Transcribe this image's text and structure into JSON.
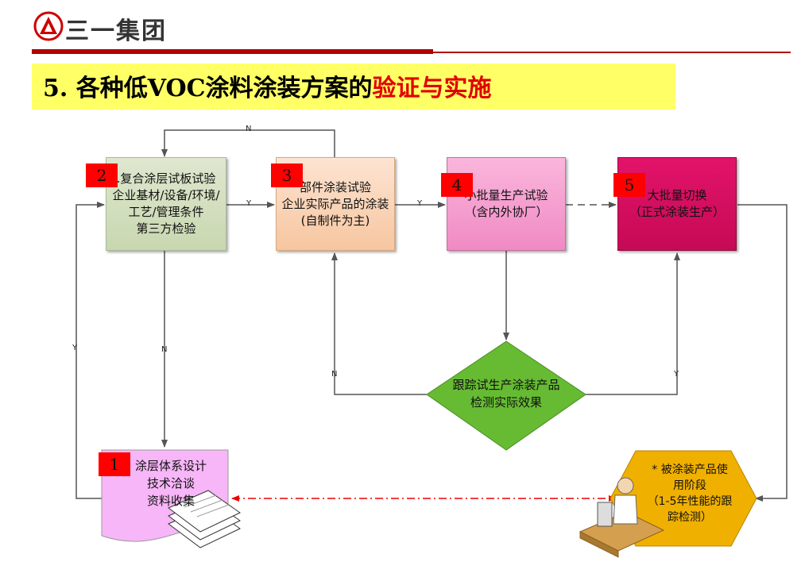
{
  "header": {
    "logo_text": "三一集团",
    "title_main": "5. 各种低VOC涂料涂装方案的",
    "title_highlight": "验证与实施"
  },
  "colors": {
    "brand_red": "#cc0000",
    "title_band": "#ffff66",
    "highlight": "#e00000"
  },
  "steps": [
    {
      "num": "1",
      "lines": [
        "涂层体系设计",
        "技术洽谈",
        "资料收集"
      ]
    },
    {
      "num": "2",
      "lines": [
        ".复合涂层试板试验",
        "企业基材/设备/环境/",
        "工艺/管理条件",
        "第三方检验"
      ]
    },
    {
      "num": "3",
      "lines": [
        "部件涂装试验",
        "企业实际产品的涂装",
        "(自制件为主)"
      ]
    },
    {
      "num": "4",
      "lines": [
        "小批量生产试验",
        "（含内外协厂）"
      ]
    },
    {
      "num": "5",
      "lines": [
        "大批量切换",
        "（正式涂装生产）"
      ]
    }
  ],
  "decision": {
    "lines": [
      "跟踪试生产涂装产品",
      "检测实际效果"
    ]
  },
  "usage": {
    "lines": [
      "* 被涂装产品使",
      "用阶段",
      "（1-5年性能的跟",
      "踪检测）"
    ]
  },
  "edge_labels": {
    "yes": "Y",
    "no": "N"
  }
}
